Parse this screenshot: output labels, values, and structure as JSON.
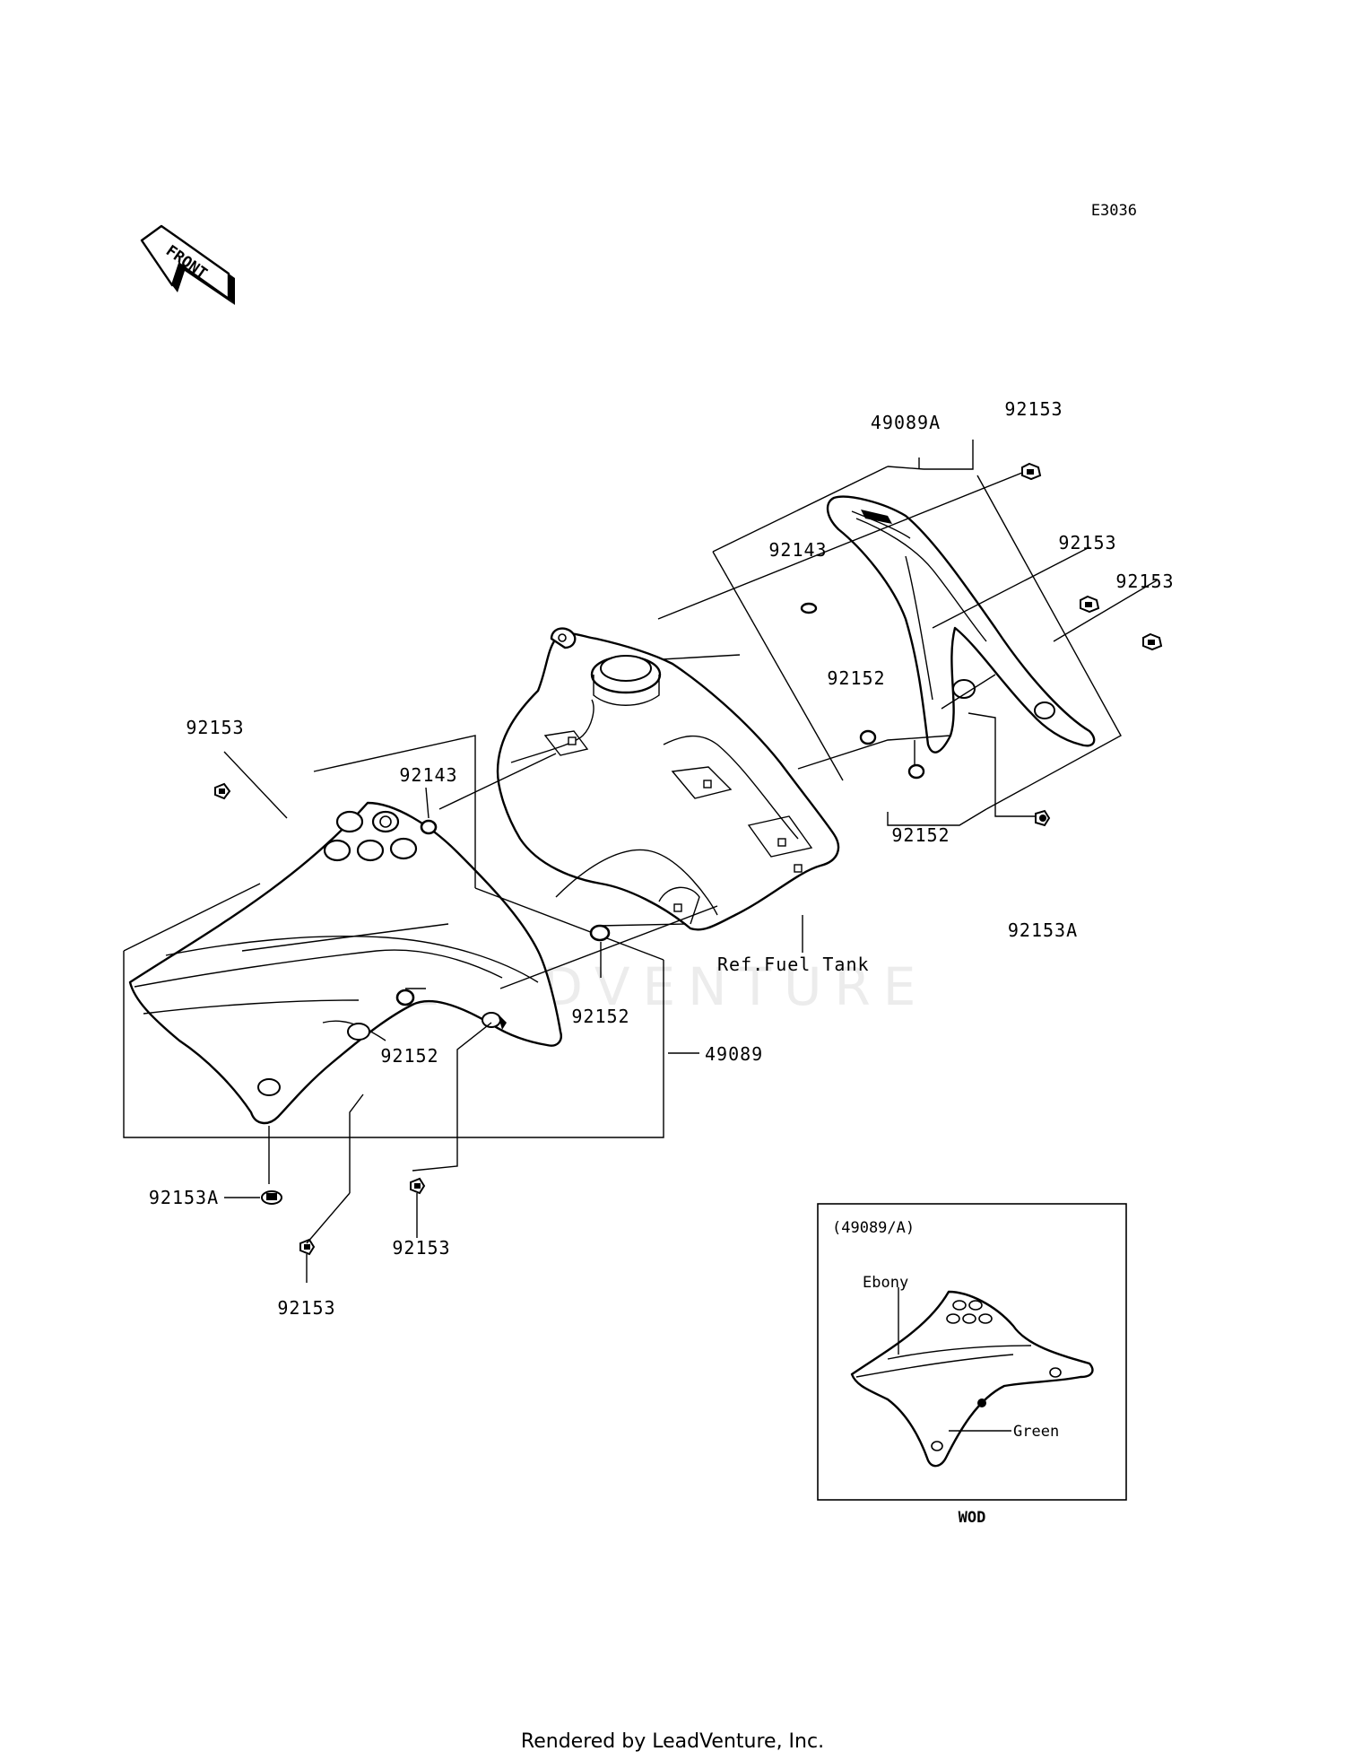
{
  "diagram_code": "E3036",
  "front_arrow_label": "FRONT",
  "callouts": {
    "shroud_right_assembly": "49089A",
    "shroud_left_assembly": "49089",
    "bolt_top_right_1": "92153",
    "bolt_top_right_2": "92153",
    "bolt_top_right_3": "92153",
    "clip_right": "92143",
    "collar_right_upper": "92152",
    "collar_right_lower": "92152",
    "bolt_right_bottom": "92153A",
    "bolt_left_top": "92153",
    "clip_left": "92143",
    "collar_left_mid": "92152",
    "collar_left_low": "92152",
    "bolt_left_bottom_a": "92153A",
    "bolt_left_bottom_1": "92153",
    "bolt_left_bottom_2": "92153",
    "fuel_tank_ref": "Ref.Fuel Tank"
  },
  "inset": {
    "title": "(49089/A)",
    "label_ebony": "Ebony",
    "label_green": "Green",
    "caption": "WOD"
  },
  "watermark": "LEADVENTURE",
  "footer": "Rendered by LeadVenture, Inc."
}
